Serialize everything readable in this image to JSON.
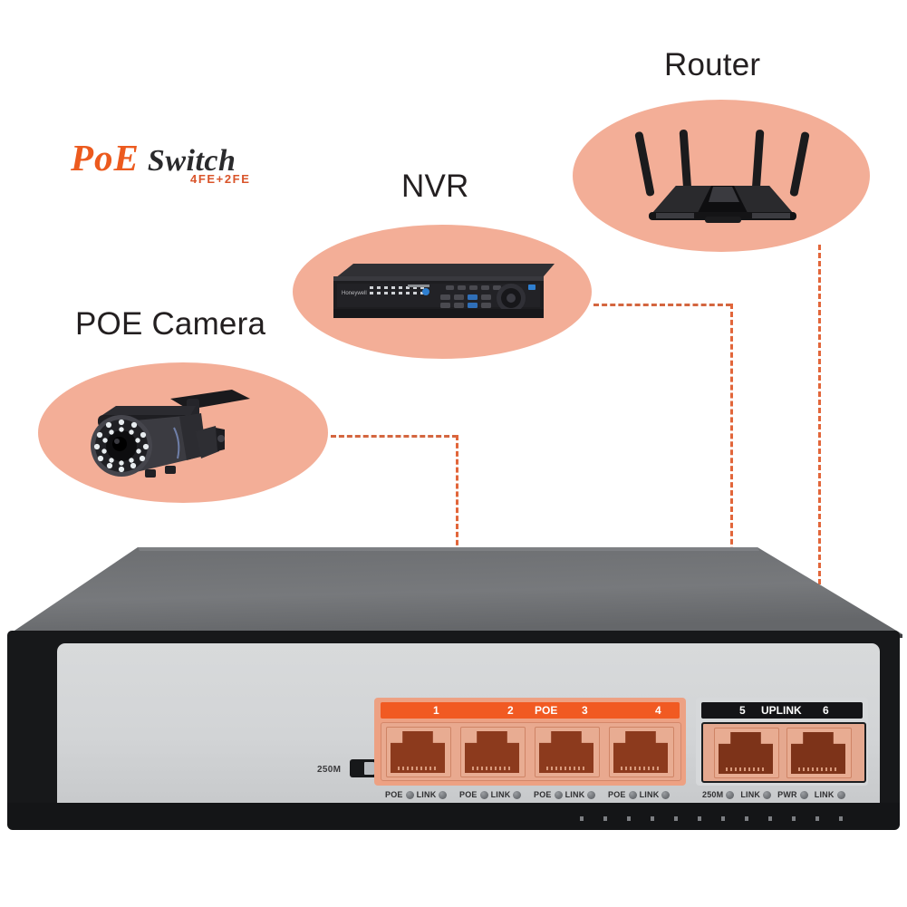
{
  "page": {
    "background": "#ffffff",
    "bubble_color": "#f3ae97",
    "dash_color": "#e2663a",
    "accent_orange": "#f15a22"
  },
  "devices": [
    {
      "key": "camera",
      "label": "POE Camera",
      "icon": "bullet-camera-icon"
    },
    {
      "key": "nvr",
      "label": "NVR",
      "icon": "nvr-recorder-icon"
    },
    {
      "key": "router",
      "label": "Router",
      "icon": "wifi-router-icon"
    }
  ],
  "switch": {
    "brand_poe": "PoE",
    "brand_switch": "Switch",
    "model_sub": "4FE+2FE",
    "dip": {
      "label": "250M",
      "position_label": "N"
    },
    "poe_group": {
      "bar_label": "POE",
      "port_numbers": [
        "1",
        "2",
        "3",
        "4"
      ],
      "leds": [
        "POE",
        "LINK"
      ]
    },
    "uplink_group": {
      "bar_label": "UPLINK",
      "port_numbers": [
        "5",
        "6"
      ],
      "leds": [
        "250M",
        "LINK",
        "PWR",
        "LINK"
      ]
    }
  }
}
